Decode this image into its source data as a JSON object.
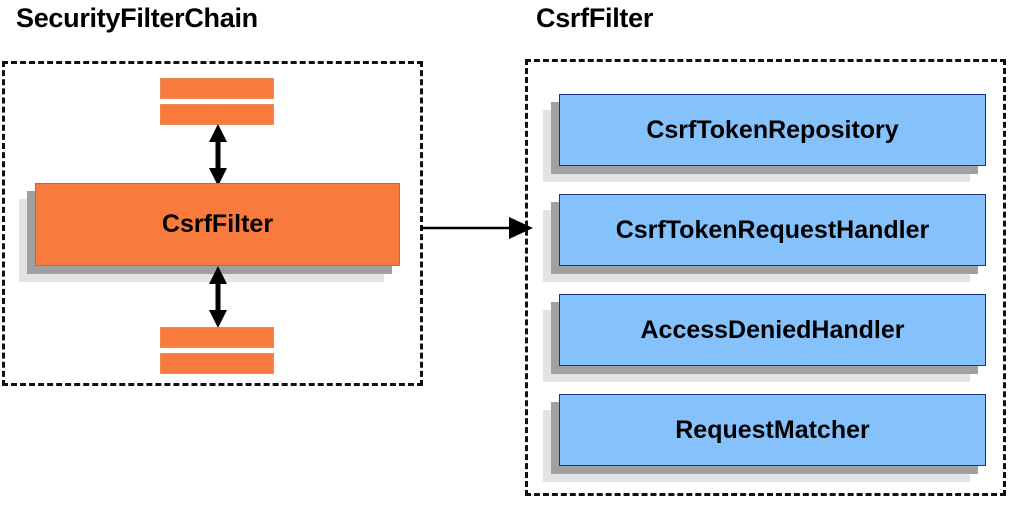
{
  "diagram": {
    "type": "architecture-diagram",
    "subject": "Spring Security CsrfFilter structure",
    "background_color": "#ffffff",
    "panels": [
      {
        "id": "security-filter-chain",
        "title": "SecurityFilterChain",
        "border_style": "dashed",
        "border_color": "#111111",
        "contents_description": "Filter chain containing the CsrfFilter between unlabeled filter bars",
        "stub_bars": [
          {
            "id": "stub-top-1",
            "label": ""
          },
          {
            "id": "stub-top-2",
            "label": ""
          },
          {
            "id": "stub-bottom-1",
            "label": ""
          },
          {
            "id": "stub-bottom-2",
            "label": ""
          }
        ],
        "main_box": {
          "label": "CsrfFilter",
          "fill_color": "#f97a3d",
          "text_color": "#000000"
        },
        "arrows": [
          {
            "id": "arrow-above-csrffilter",
            "direction": "bidirectional",
            "orientation": "vertical"
          },
          {
            "id": "arrow-below-csrffilter",
            "direction": "bidirectional",
            "orientation": "vertical"
          }
        ]
      },
      {
        "id": "csrf-filter-detail",
        "title": "CsrfFilter",
        "border_style": "dashed",
        "border_color": "#111111",
        "components": [
          {
            "label": "CsrfTokenRepository",
            "fill_color": "#85c2fb",
            "text_color": "#000000"
          },
          {
            "label": "CsrfTokenRequestHandler",
            "fill_color": "#85c2fb",
            "text_color": "#000000"
          },
          {
            "label": "AccessDeniedHandler",
            "fill_color": "#85c2fb",
            "text_color": "#000000"
          },
          {
            "label": "RequestMatcher",
            "fill_color": "#85c2fb",
            "text_color": "#000000"
          }
        ]
      }
    ],
    "connector": {
      "id": "csrffilter-to-detail",
      "from": "CsrfFilter",
      "to": "CsrfFilter detail panel",
      "direction": "right",
      "style": "solid-single-arrow",
      "color": "#000000"
    },
    "palette": {
      "orange_fill": "#f97a3d",
      "orange_stroke": "#d4612c",
      "blue_fill": "#85c2fb",
      "blue_stroke": "#1b2f8f",
      "shadow_dark": "#a0a0a0",
      "shadow_light": "#e3e3e3",
      "text": "#000000"
    }
  }
}
